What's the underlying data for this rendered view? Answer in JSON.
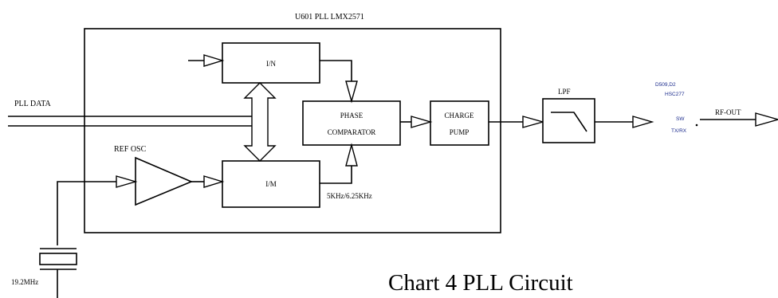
{
  "header": {
    "chip_label": "U601 PLL  LMX2571"
  },
  "blocks": {
    "divider_n": "I/N",
    "divider_m": "I/M",
    "phase_comparator": [
      "PHASE",
      "COMPARATOR"
    ],
    "charge_pump": [
      "CHARGE",
      "PUMP"
    ],
    "lpf": "LPF"
  },
  "labels": {
    "pll_data": "PLL DATA",
    "ref_osc": "REF OSC",
    "freq_step": "5KHz/6.25KHz",
    "crystal": "19.2MHz",
    "rf_out": "RF-OUT"
  },
  "switch": {
    "part_1": "D509,D2",
    "part_2": "HSC277",
    "sw": "SW",
    "txrx": "TX/RX",
    "color": "#1a2a8c"
  },
  "caption": "Chart  4 PLL Circuit"
}
